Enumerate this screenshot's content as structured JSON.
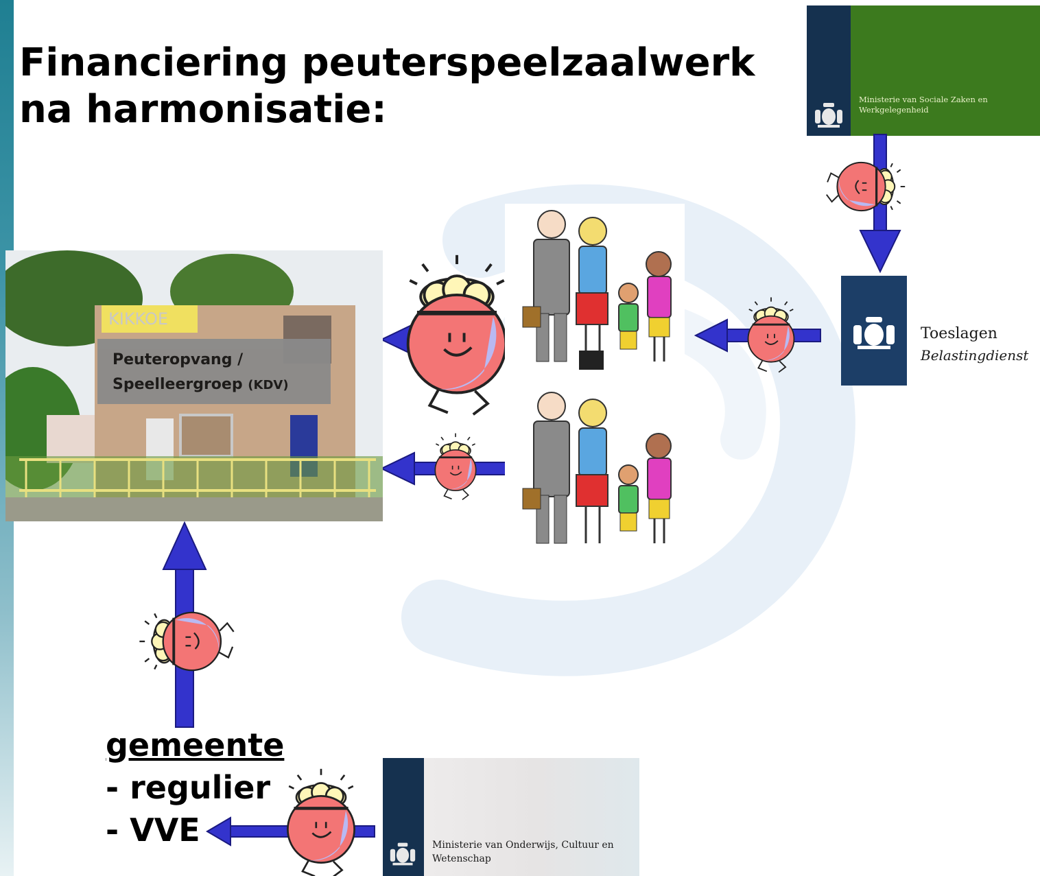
{
  "title": {
    "line1": "Financiering peuterspeelzaalwerk",
    "line2": "na harmonisatie:"
  },
  "ministry_szw": {
    "name": "Ministerie van Sociale Zaken en Werkgelegenheid"
  },
  "toeslagen": {
    "line1": "Toeslagen",
    "line2": "Belastingdienst"
  },
  "building": {
    "sign": "KIKKOE",
    "label_line1": "Peuteropvang /",
    "label_line2": "Speelleergroep",
    "label_suffix": "(KDV)"
  },
  "gemeente": {
    "heading": "gemeente",
    "item1": "- regulier",
    "item2": "- VVE"
  },
  "ministry_ocw": {
    "name": "Ministerie van Onderwijs, Cultuur en Wetenschap"
  },
  "colors": {
    "arrow": "#3333cc",
    "pot": "#f07575",
    "pot_shade": "#b4b4f0",
    "coins": "#fff5b4",
    "szw_green": "#3c7a1e",
    "rijks_blue": "#1c3e67"
  }
}
